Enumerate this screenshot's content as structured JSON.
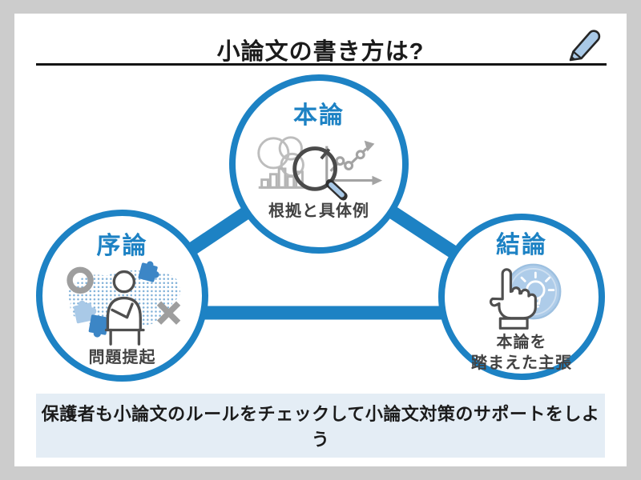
{
  "page": {
    "background": "#cccccc",
    "card_background": "#ffffff"
  },
  "header": {
    "title": "小論文の書き方は?",
    "underline_color": "#141414",
    "pencil_icon": "pencil-icon",
    "pencil_color": "#a9c9e7"
  },
  "diagram": {
    "accent_color": "#1d82c4",
    "connector_color": "#1d82c4",
    "nodes": [
      {
        "id": "introduction",
        "label": "序論",
        "caption": "問題提起",
        "icon": "thinking-person-icon",
        "icon_colors": {
          "dots": "#7fb0d8",
          "puzzle_blue": "#3c86c6",
          "puzzle_light": "#a9c9e7",
          "marks_gray": "#9e9e9e",
          "outline": "#4f4f4f"
        }
      },
      {
        "id": "main-body",
        "label": "本論",
        "caption": "根拠と具体例",
        "icon": "magnifier-analytics-icon",
        "icon_colors": {
          "charts_gray": "#b5b5b5",
          "magnifier": "#4a4a4a",
          "handle": "#a9c9e7"
        }
      },
      {
        "id": "conclusion",
        "label": "結論",
        "caption_line1": "本論を",
        "caption_line2": "踏まえた主張",
        "icon": "click-lightbulb-icon",
        "icon_colors": {
          "disc": "#aecce9",
          "bulb": "#ffffff",
          "hand_outline": "#4f4f4f"
        }
      }
    ]
  },
  "footer": {
    "message": "保護者も小論文のルールをチェックして小論文対策のサポートをしよう",
    "background": "#e4edf5"
  }
}
